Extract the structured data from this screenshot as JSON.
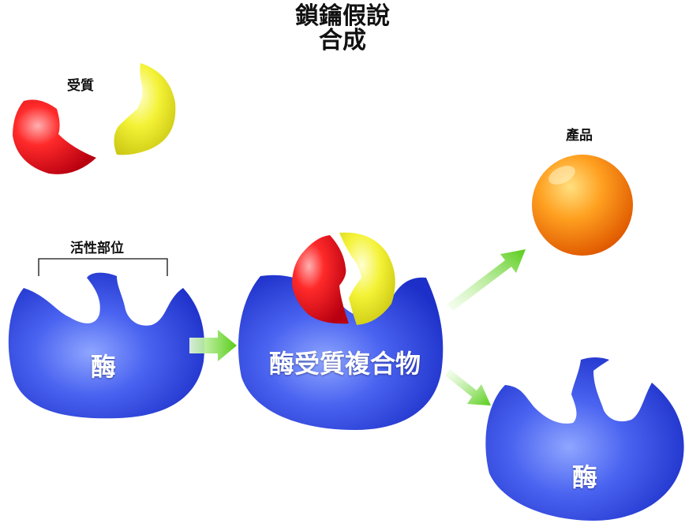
{
  "title": {
    "line1": "鎖鑰假說",
    "line2": "合成"
  },
  "labels": {
    "substrate": "受質",
    "product": "產品",
    "active_site": "活性部位",
    "enzyme_left": "酶",
    "complex": "酶受質複合物",
    "enzyme_right": "酶"
  },
  "colors": {
    "enzyme_blue": "#3a55e8",
    "substrate_red": "#e01020",
    "substrate_yellow": "#f2f030",
    "product_orange": "#ff8a10",
    "arrow_green": "#6ad628"
  }
}
